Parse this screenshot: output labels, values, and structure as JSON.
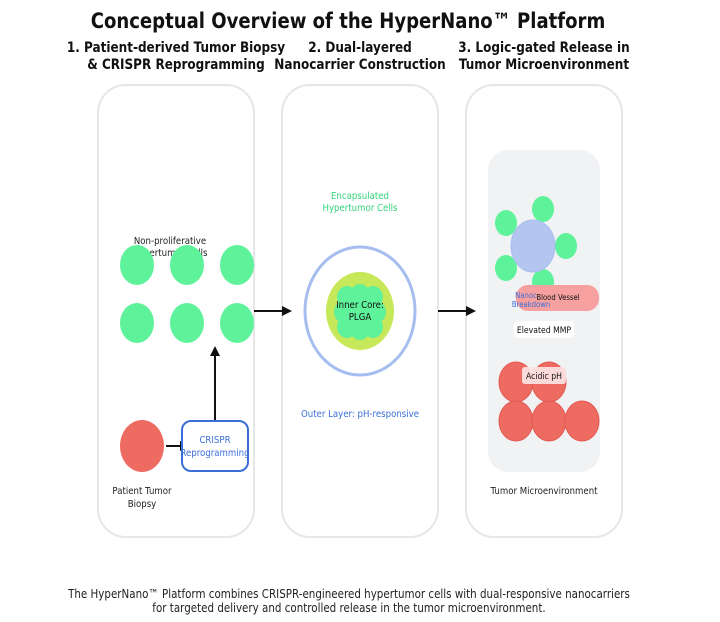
{
  "title": "Conceptual Overview of the HyperNano™ Platform",
  "panels": [
    {
      "heading_line1": "1. Patient-derived Tumor Biopsy",
      "heading_line2": "& CRISPR Reprogramming",
      "cells_label_line1": "Non-proliferative",
      "cells_label_line2": "Hypertumor Cells",
      "biopsy_label_line1": "Patient Tumor",
      "biopsy_label_line2": "Biopsy",
      "crispr_label_line1": "CRISPR",
      "crispr_label_line2": "Reprogramming"
    },
    {
      "heading_line1": "2. Dual-layered",
      "heading_line2": "Nanocarrier Construction",
      "encapsulated_line1": "Encapsulated",
      "encapsulated_line2": "Hypertumor Cells",
      "core_line1": "Inner Core:",
      "core_line2": "PLGA",
      "outer_layer": "Outer Layer: pH-responsive"
    },
    {
      "heading_line1": "3. Logic-gated Release in",
      "heading_line2": "Tumor Microenvironment",
      "nanocarrier_line1": "Nanoc",
      "nanocarrier_line2": "Breakdown",
      "blood_vessel": "Blood Vessel",
      "mmp": "Elevated MMP",
      "ph": "Acidic pH",
      "tme_label": "Tumor Microenvironment"
    }
  ],
  "caption_line1": "The HyperNano™ Platform combines CRISPR-engineered hypertumor cells with dual-responsive nanocarriers",
  "caption_line2": "for targeted delivery and controlled release in the tumor microenvironment.",
  "colors": {
    "green_cell": "#5ef29b",
    "tumor_red": "#ee6b62",
    "crispr_blue": "#3a6fd8",
    "outer_blue": "#a6bdf0",
    "core_yellow": "#c7e85a",
    "vessel_red": "#f6a0a0",
    "panel_border": "#e6e6e6",
    "tme_bg": "#f1f2f4"
  }
}
